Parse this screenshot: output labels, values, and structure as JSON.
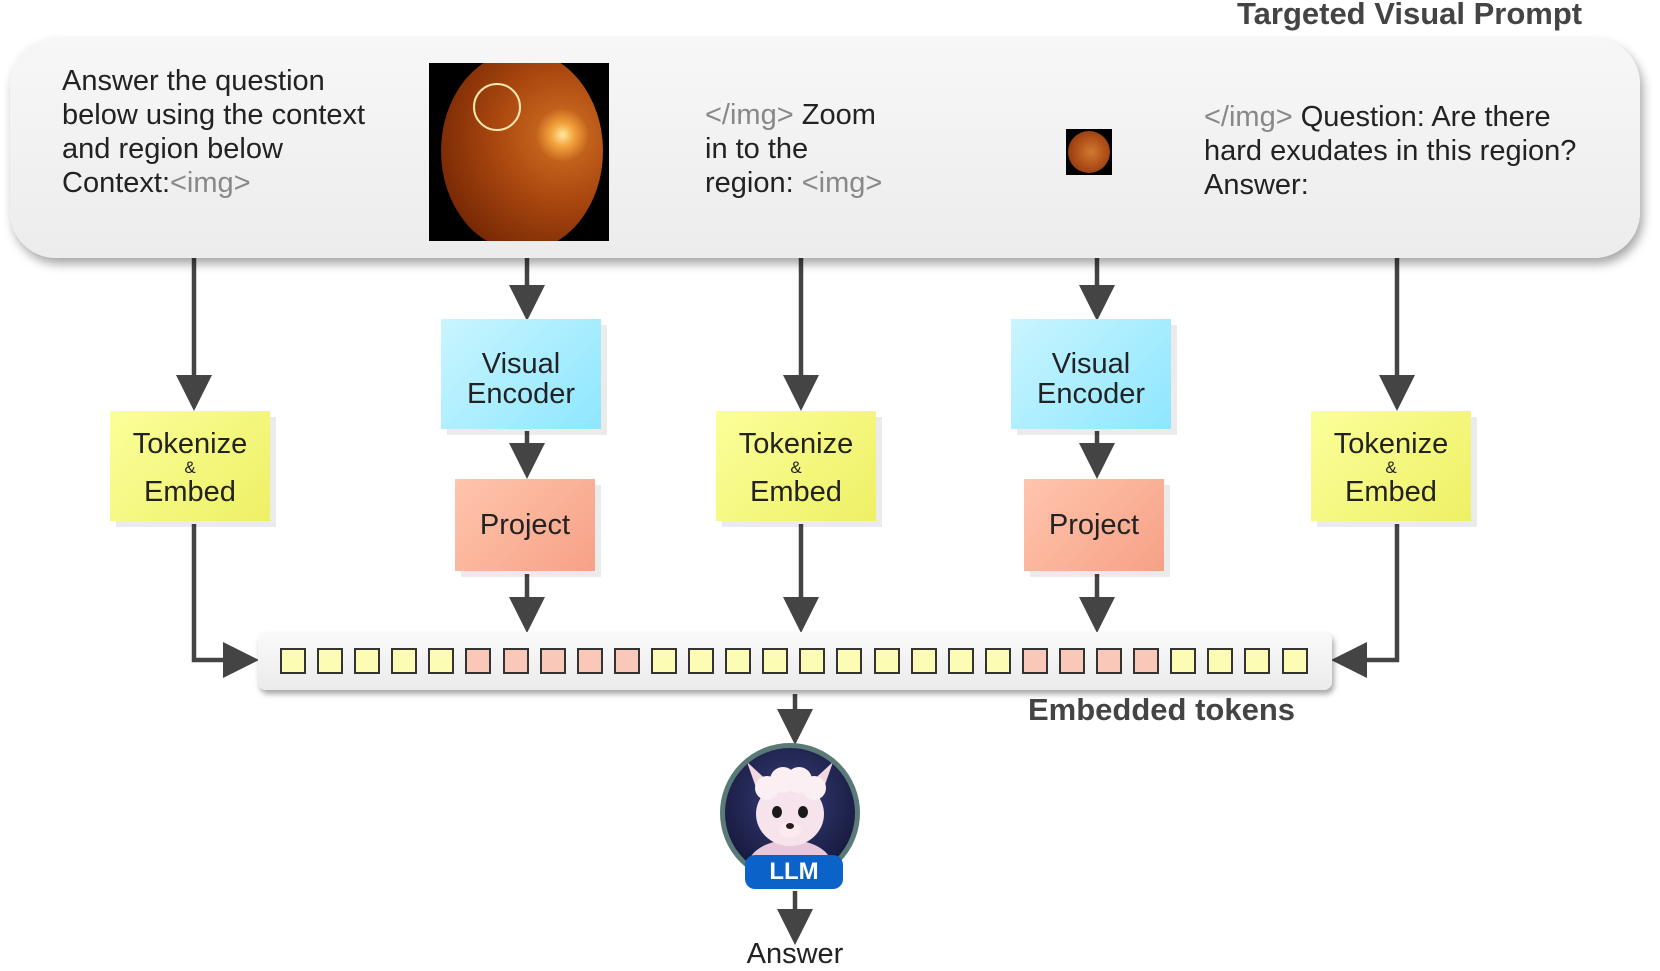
{
  "title": "Targeted Visual Prompt",
  "prompt": {
    "intro_text": "Answer the question below using the context and region below",
    "context_label": "Context:",
    "context_tag": "<img>",
    "zoom_close_tag": "</img>",
    "zoom_text_a": " Zoom",
    "zoom_text_b": "in to the",
    "zoom_text_c": "region: ",
    "zoom_open_tag": "<img>",
    "question_close_tag": "</img>",
    "question_text_a": " Question: Are there",
    "question_text_b": "hard exudates in this region?",
    "question_text_c": "Answer:"
  },
  "blocks": {
    "tokenize": "Tokenize",
    "amp": "&",
    "embed": "Embed",
    "visual": "Visual",
    "encoder": "Encoder",
    "project": "Project"
  },
  "tokens": {
    "label": "Embedded tokens",
    "sequence": [
      "y",
      "y",
      "y",
      "y",
      "y",
      "o",
      "o",
      "o",
      "o",
      "o",
      "y",
      "y",
      "y",
      "y",
      "y",
      "y",
      "y",
      "y",
      "y",
      "y",
      "o",
      "o",
      "o",
      "o",
      "y",
      "y",
      "y",
      "y"
    ]
  },
  "llm": {
    "badge": "LLM"
  },
  "output": {
    "answer": "Answer"
  },
  "colors": {
    "tokenize_fill": "#f3f572",
    "encoder_fill": "#a7ecff",
    "project_fill": "#f8ad94",
    "token_text": "#fcfcb4",
    "token_image": "#f9c8b8",
    "llm_badge": "#0b63c9"
  }
}
